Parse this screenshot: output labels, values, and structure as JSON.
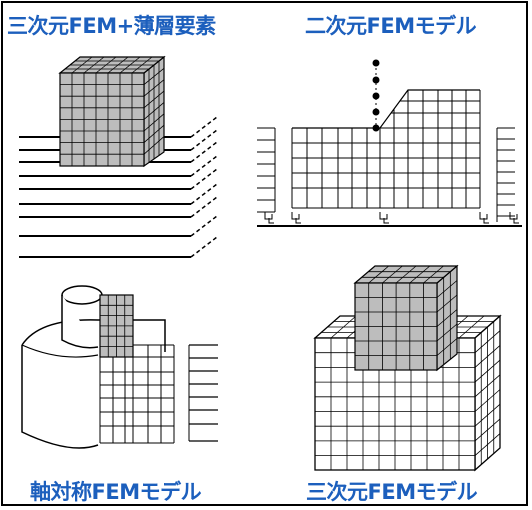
{
  "panels": {
    "top_left": {
      "label": "三次元FEM+薄層要素"
    },
    "top_right": {
      "label": "二次元FEMモデル"
    },
    "bottom_left": {
      "label": "軸対称FEMモデル"
    },
    "bottom_right": {
      "label": "三次元FEMモデル"
    }
  },
  "colors": {
    "label": "#1c5fbd",
    "line": "#000000",
    "mesh_fill": "#bdbdbd"
  }
}
